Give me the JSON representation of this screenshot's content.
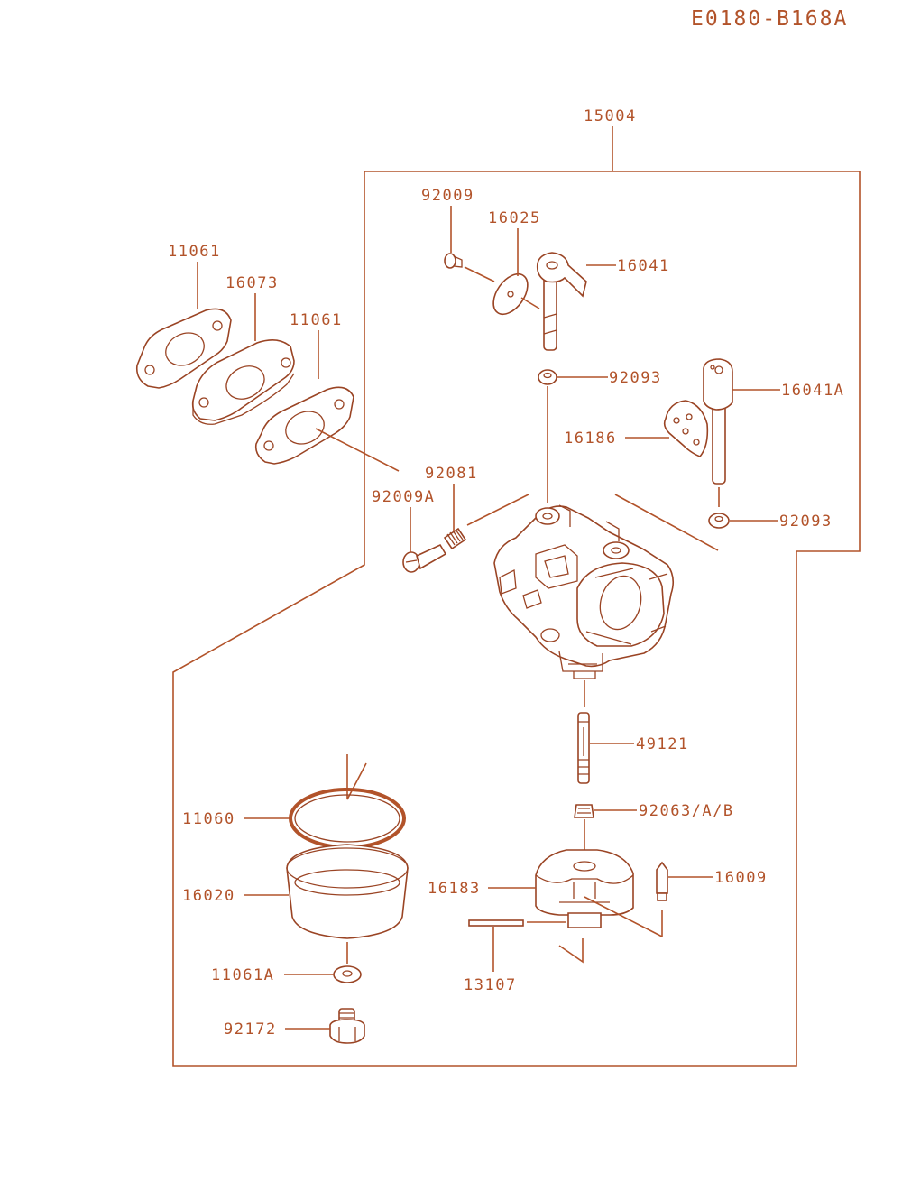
{
  "diagram_code": "E0180-B168A",
  "colors": {
    "line": "#b2532a",
    "background": "#ffffff"
  },
  "parts": {
    "p15004": "15004",
    "p92009": "92009",
    "p16025": "16025",
    "p16041": "16041",
    "p11061_left": "11061",
    "p16073": "16073",
    "p11061_right": "11061",
    "p92093_top": "92093",
    "p16041a": "16041A",
    "p16186": "16186",
    "p92081": "92081",
    "p92009a": "92009A",
    "p92093_bottom": "92093",
    "p49121": "49121",
    "p11060": "11060",
    "p92063": "92063/A/B",
    "p16020": "16020",
    "p16183": "16183",
    "p16009": "16009",
    "p11061a": "11061A",
    "p13107": "13107",
    "p92172": "92172"
  }
}
